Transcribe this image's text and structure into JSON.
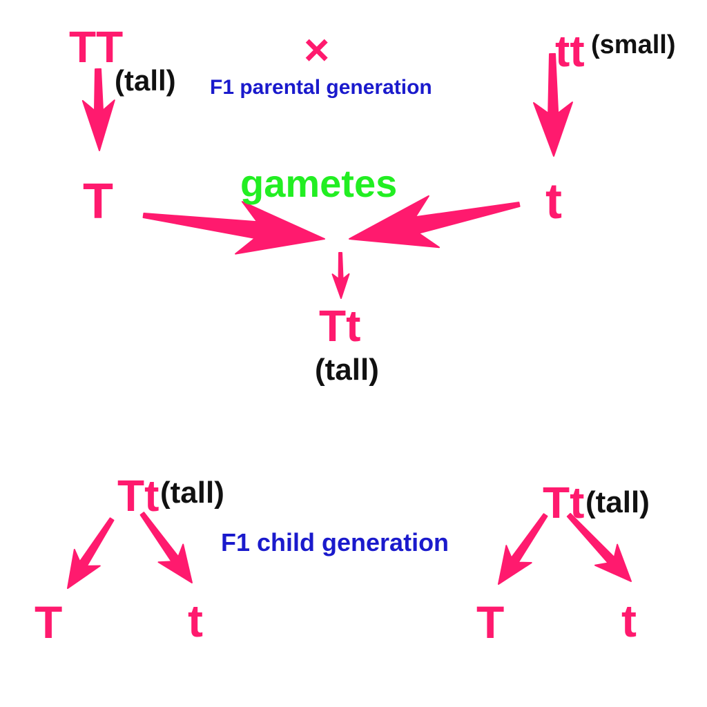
{
  "colors": {
    "arrow": "#ff1a6e",
    "allele": "#ff1a6e",
    "phenotype": "#111111",
    "generation_label": "#1a1acc",
    "gametes_label": "#22ee22"
  },
  "parents": {
    "left": {
      "genotype": "TT",
      "phenotype": "(tall)"
    },
    "right": {
      "genotype": "tt",
      "phenotype": "(small)"
    },
    "cross_symbol": "×",
    "generation_label": "F1 parental generation"
  },
  "gametes": {
    "label": "gametes",
    "left": "T",
    "right": "t"
  },
  "offspring": {
    "genotype": "Tt",
    "phenotype": "(tall)"
  },
  "children": {
    "generation_label": "F1 child generation",
    "left": {
      "genotype": "Tt",
      "phenotype": "(tall)",
      "allele_a": "T",
      "allele_b": "t"
    },
    "right": {
      "genotype": "Tt",
      "phenotype": "(tall)",
      "allele_a": "T",
      "allele_b": "t"
    }
  }
}
